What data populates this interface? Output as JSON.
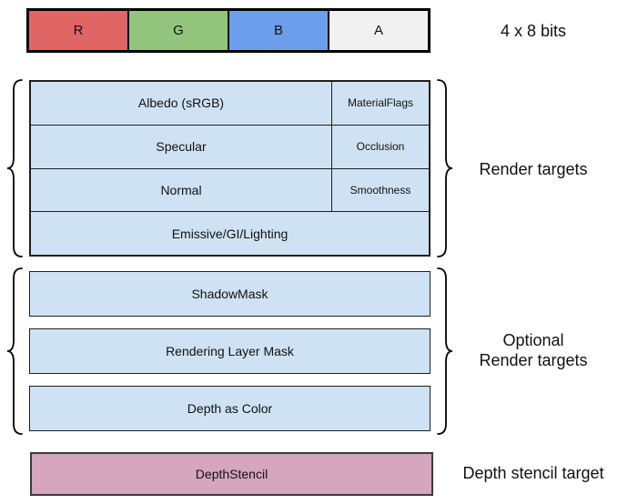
{
  "bits_bar": {
    "caption": "4 x 8 bits",
    "cells": [
      {
        "label": "R",
        "color": "#E06666"
      },
      {
        "label": "G",
        "color": "#93C47D"
      },
      {
        "label": "B",
        "color": "#6D9EEB"
      },
      {
        "label": "A",
        "color": "#F1F1F1"
      }
    ]
  },
  "render_targets": {
    "label": "Render targets",
    "fill_color": "#CFE2F3",
    "rows": [
      {
        "main": "Albedo (sRGB)",
        "alpha": "MaterialFlags"
      },
      {
        "main": "Specular",
        "alpha": "Occlusion"
      },
      {
        "main": "Normal",
        "alpha": "Smoothness"
      },
      {
        "main": "Emissive/GI/Lighting"
      }
    ]
  },
  "optional_render_targets": {
    "label_line1": "Optional",
    "label_line2": "Render targets",
    "fill_color": "#CFE2F3",
    "rows": [
      "ShadowMask",
      "Rendering Layer Mask",
      "Depth as Color"
    ]
  },
  "depth_stencil": {
    "box_label": "DepthStencil",
    "caption": "Depth stencil target",
    "fill_color": "#D5A6BD"
  }
}
